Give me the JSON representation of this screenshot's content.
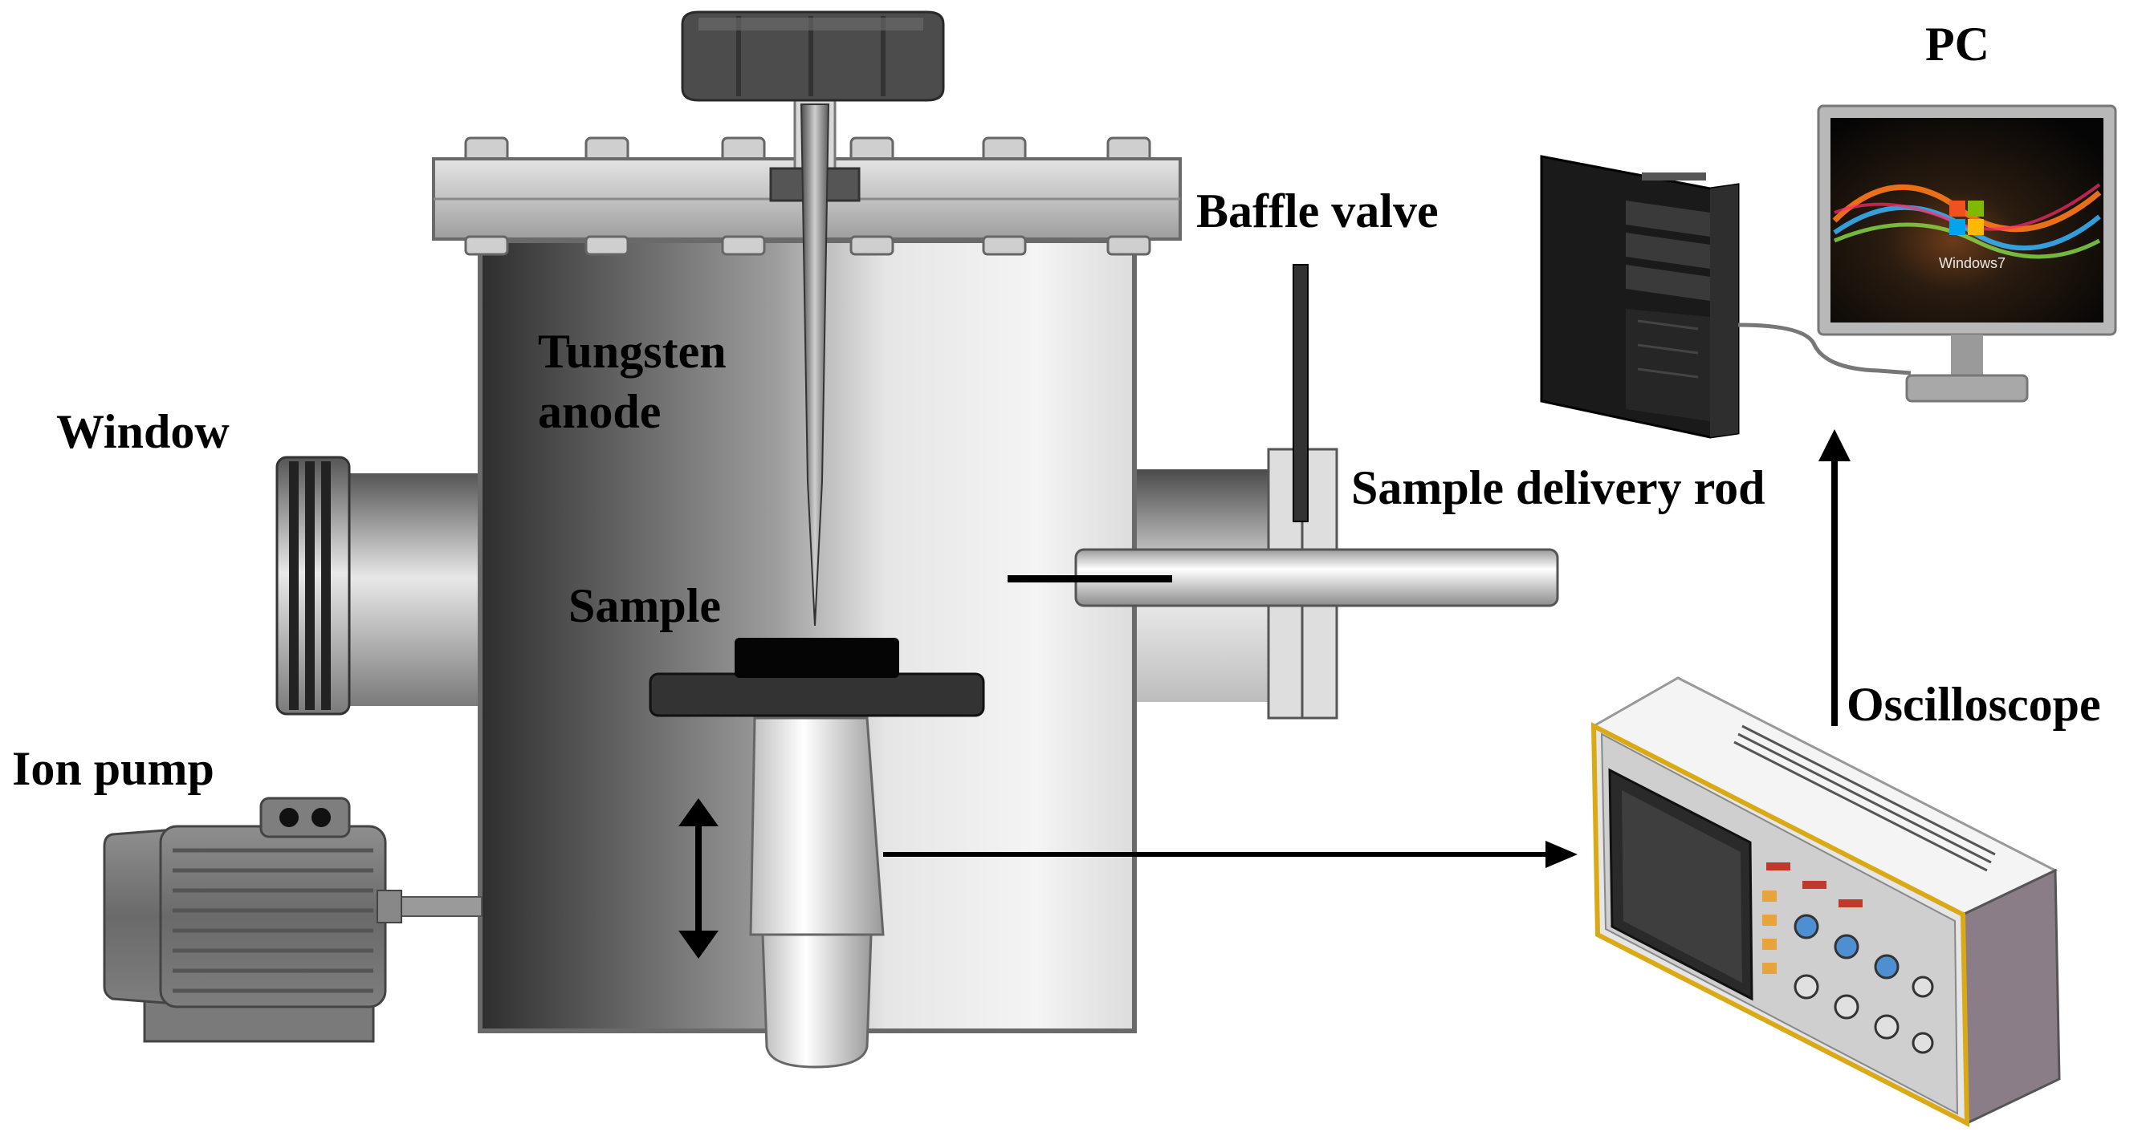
{
  "labels": {
    "pc": "PC",
    "baffle_valve": "Baffle valve",
    "tungsten_anode_line1": "Tungsten",
    "tungsten_anode_line2": "anode",
    "window": "Window",
    "sample_delivery_rod": "Sample delivery rod",
    "sample": "Sample",
    "oscilloscope": "Oscilloscope",
    "ion_pump": "Ion pump",
    "monitor_brand": "Windows7"
  },
  "colors": {
    "chamber_dark": "#333333",
    "chamber_light": "#f2f2f2",
    "flange": "#c4c4c4",
    "knob": "#4a4a4a",
    "oscilloscope_trim": "#e6b81e",
    "oscilloscope_side": "#8a7d88",
    "arrow": "#000000"
  }
}
